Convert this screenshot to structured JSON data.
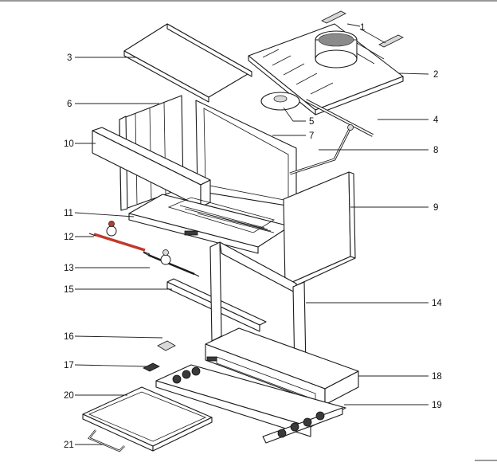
{
  "labels": {
    "p1": "1",
    "p2": "2",
    "p3": "3",
    "p4": "4",
    "p5": "5",
    "p6": "6",
    "p7": "7",
    "p8": "8",
    "p9": "9",
    "p10": "10",
    "p11": "11",
    "p12": "12",
    "p13": "13",
    "p14": "14",
    "p15": "15",
    "p16": "16",
    "p17": "17",
    "p18": "18",
    "p19": "19",
    "p20": "20",
    "p21": "21"
  },
  "colors": {
    "lines": "#1a1a1a",
    "highlight_part_12": "#c0392b"
  }
}
